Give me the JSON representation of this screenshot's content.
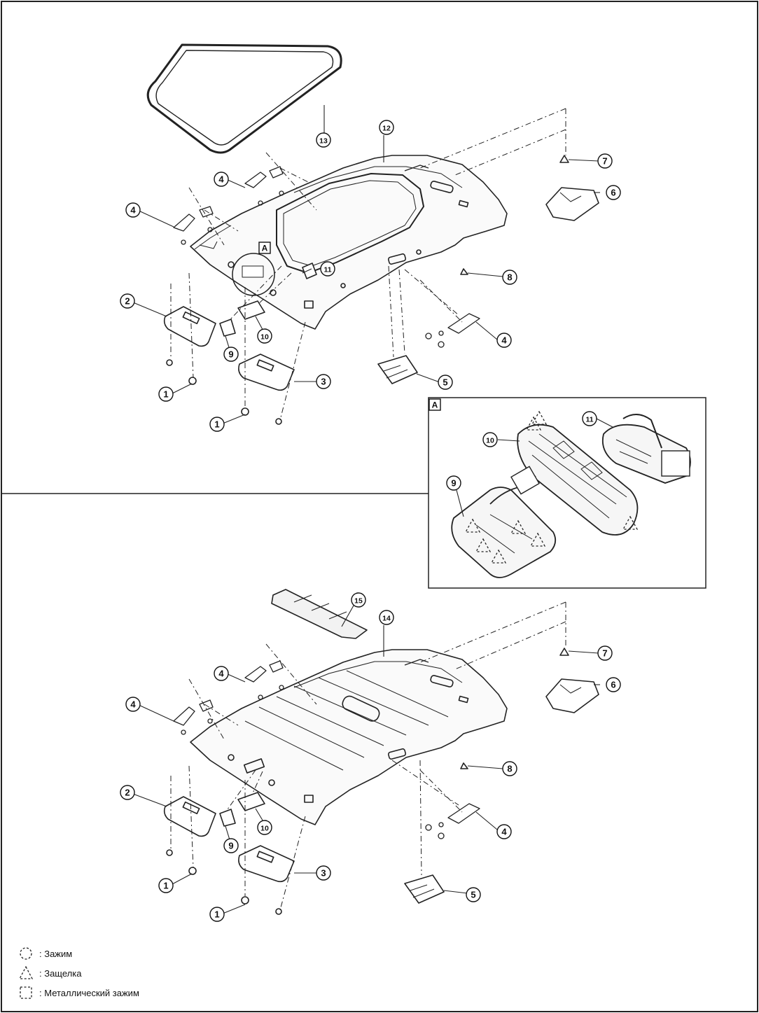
{
  "callout_numbers": [
    "1",
    "2",
    "3",
    "4",
    "5",
    "6",
    "7",
    "8",
    "9",
    "10",
    "11",
    "12",
    "13",
    "14",
    "15"
  ],
  "detail_label": "A",
  "legend": [
    {
      "symbol": "dashed-circle-icon",
      "text": ": Зажим"
    },
    {
      "symbol": "dashed-triangle-icon",
      "text": ": Защелка"
    },
    {
      "symbol": "dashed-square-icon",
      "text": ": Металлический зажим"
    }
  ]
}
